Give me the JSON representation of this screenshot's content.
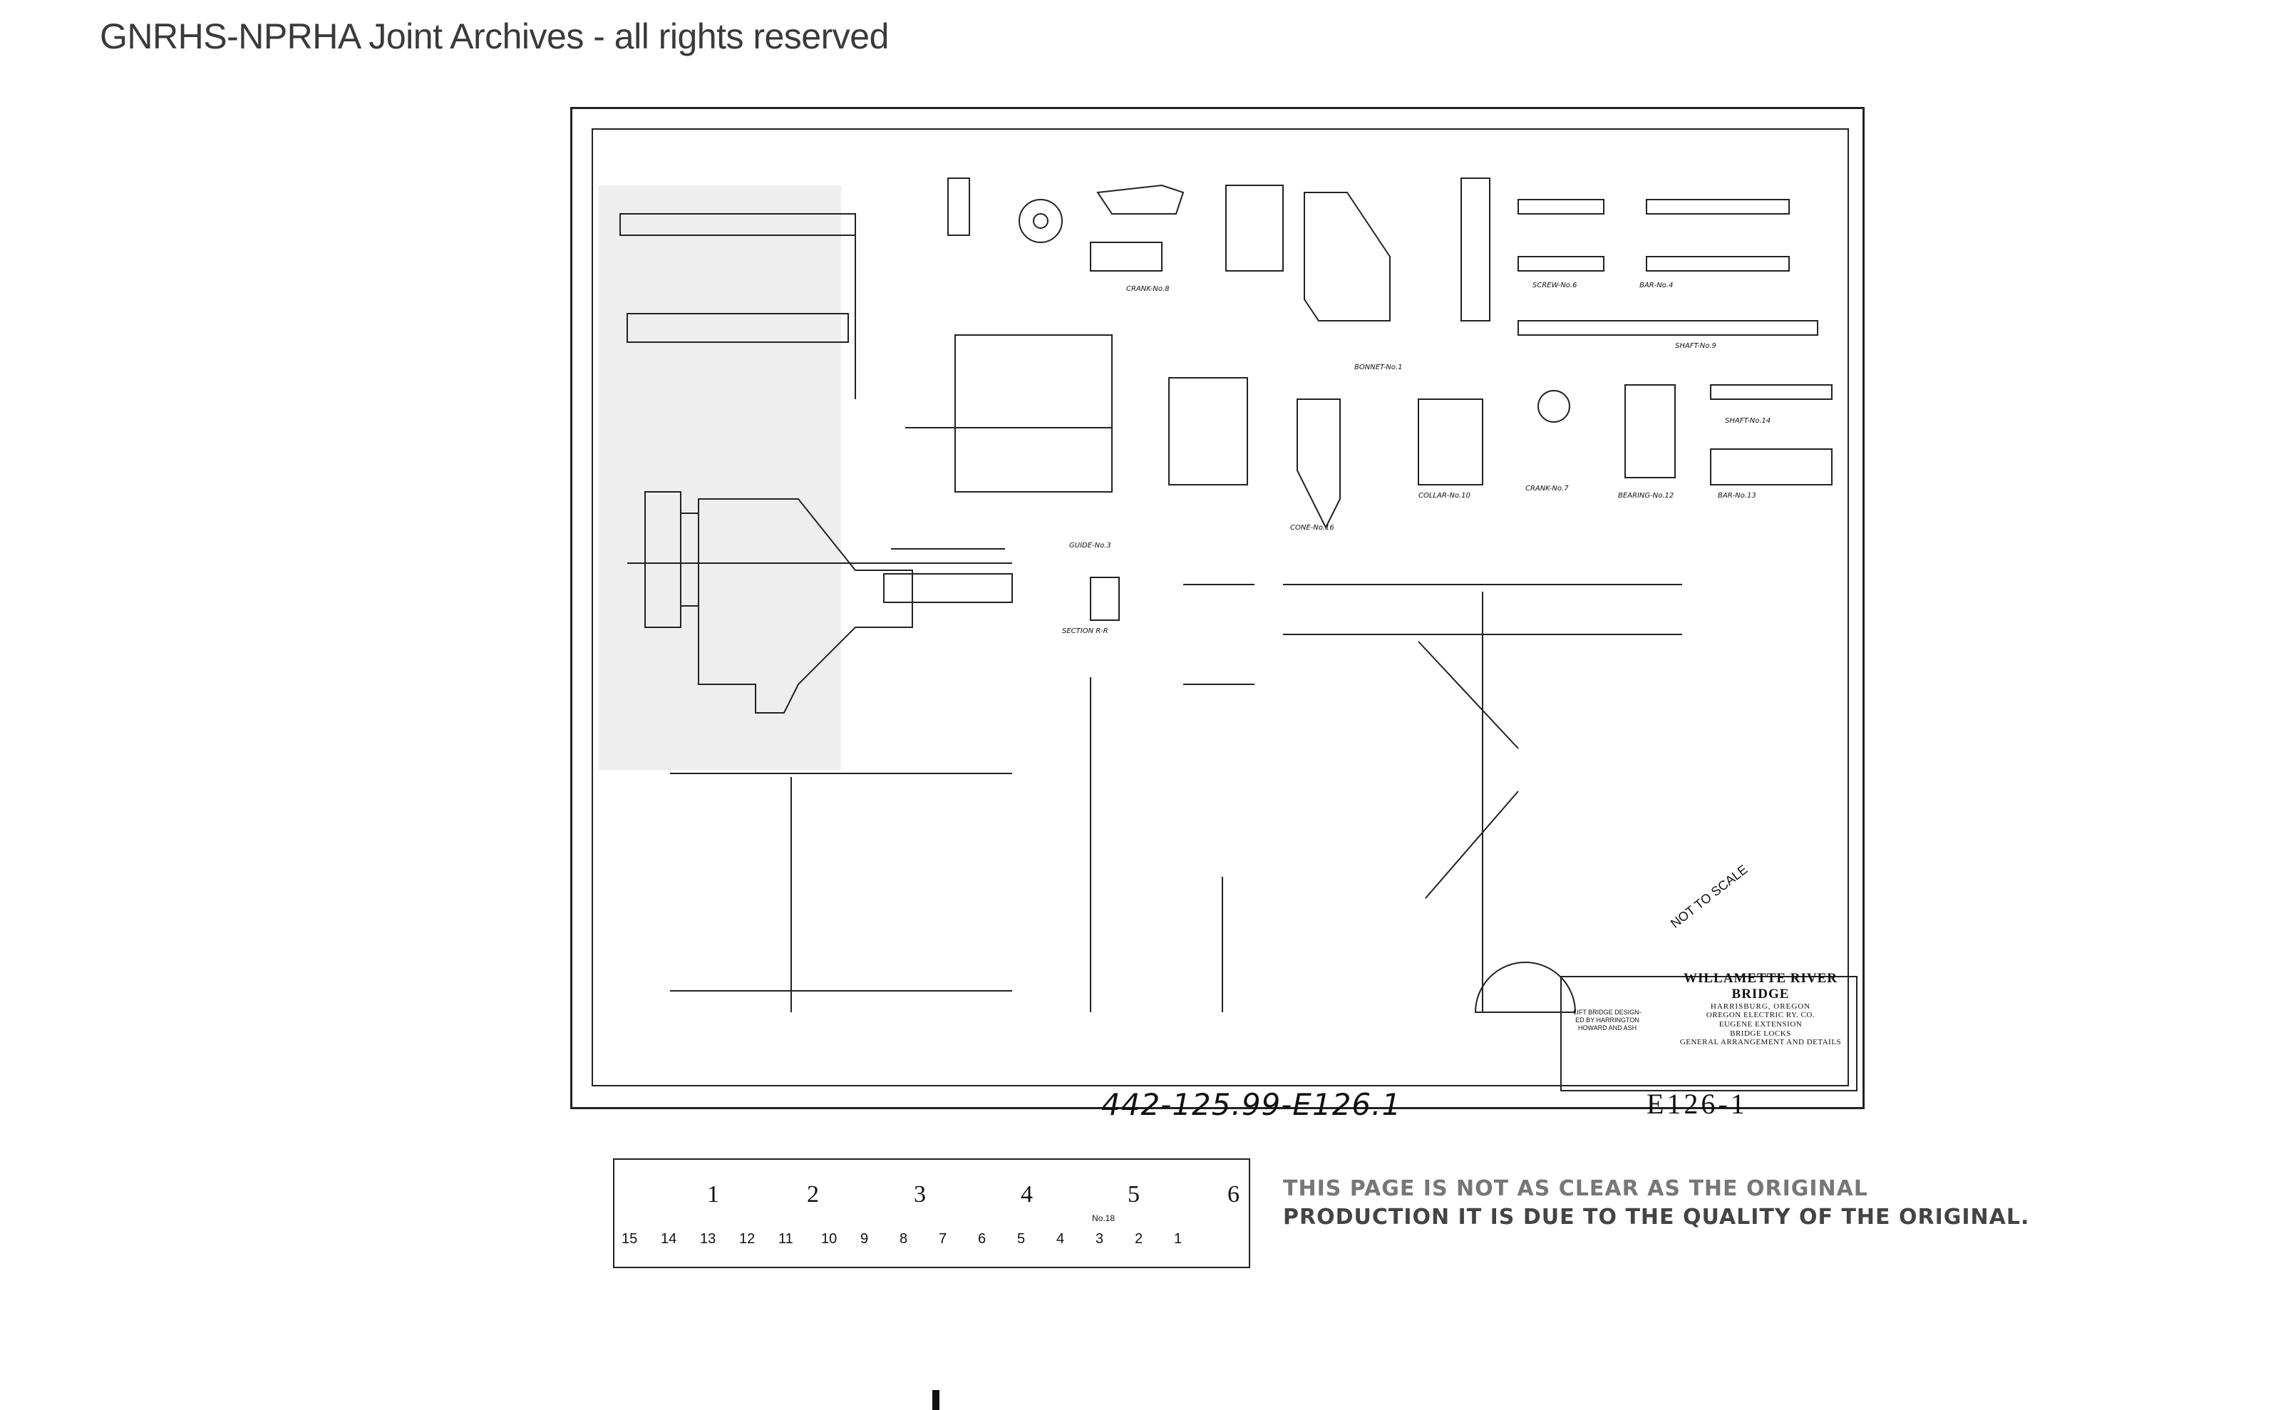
{
  "watermark": "GNRHS-NPRHA Joint Archives - all rights reserved",
  "drawing": {
    "drawing_number": "442-125.99-E126.1",
    "sheet_number": "E126-1",
    "not_to_scale": "NOT TO SCALE",
    "title_block": {
      "line1": "WILLAMETTE RIVER BRIDGE",
      "line2": "HARRISBURG, OREGON",
      "line3": "OREGON ELECTRIC RY. CO.",
      "line4": "EUGENE EXTENSION",
      "line5": "BRIDGE LOCKS",
      "line6": "GENERAL ARRANGEMENT AND DETAILS"
    },
    "designer_block": {
      "line1": "LIFT BRIDGE DESIGN-",
      "line2": "ED BY HARRINGTON",
      "line3": "HOWARD AND ASH"
    },
    "part_labels": [
      "GUIDE-No.3",
      "SECTION R-R",
      "BONNET-No.1",
      "SHAFT-No.9",
      "BAR-No.4",
      "SCREW-No.6",
      "CRANK-No.8",
      "COLLAR-No.10",
      "BEARING-No.12",
      "SHAFT-No.14",
      "BAR-No.13",
      "CRANK-No.7",
      "CONE-No.16"
    ]
  },
  "ruler": {
    "top_numbers": [
      "1",
      "2",
      "3",
      "4",
      "5",
      "6"
    ],
    "bottom_numbers": [
      "15",
      "14",
      "13",
      "12",
      "11",
      "10",
      "9",
      "8",
      "7",
      "6",
      "5",
      "4",
      "3",
      "2",
      "1"
    ],
    "center_note": "No.18"
  },
  "microfilm_note": {
    "line1": "THIS PAGE IS NOT AS CLEAR AS THE ORIGINAL",
    "line2": "PRODUCTION IT IS DUE TO THE QUALITY OF THE ORIGINAL."
  }
}
